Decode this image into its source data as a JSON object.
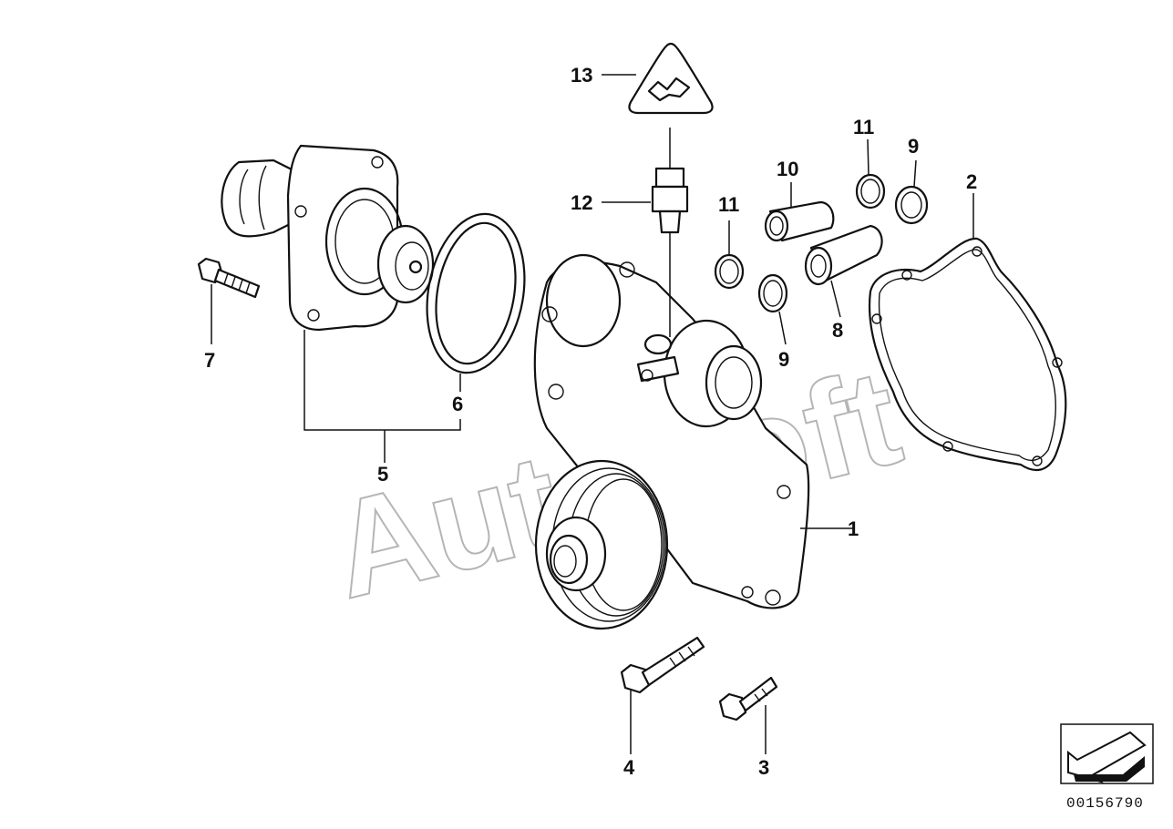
{
  "diagram": {
    "callouts": [
      {
        "id": "1"
      },
      {
        "id": "2"
      },
      {
        "id": "3"
      },
      {
        "id": "4"
      },
      {
        "id": "5"
      },
      {
        "id": "6"
      },
      {
        "id": "7"
      },
      {
        "id": "8"
      },
      {
        "id": "9a",
        "text": "9"
      },
      {
        "id": "9b",
        "text": "9"
      },
      {
        "id": "10"
      },
      {
        "id": "11a",
        "text": "11"
      },
      {
        "id": "11b",
        "text": "11"
      },
      {
        "id": "12"
      },
      {
        "id": "13"
      }
    ],
    "labels": {
      "c1": "1",
      "c2": "2",
      "c3": "3",
      "c4": "4",
      "c5": "5",
      "c6": "6",
      "c7": "7",
      "c8": "8",
      "c9a": "9",
      "c9b": "9",
      "c10": "10",
      "c11a": "11",
      "c11b": "11",
      "c12": "12",
      "c13": "13"
    },
    "watermark": "AutoSoft",
    "drawing_number": "00156790",
    "nav_icon": "arrow-down-left-icon"
  }
}
